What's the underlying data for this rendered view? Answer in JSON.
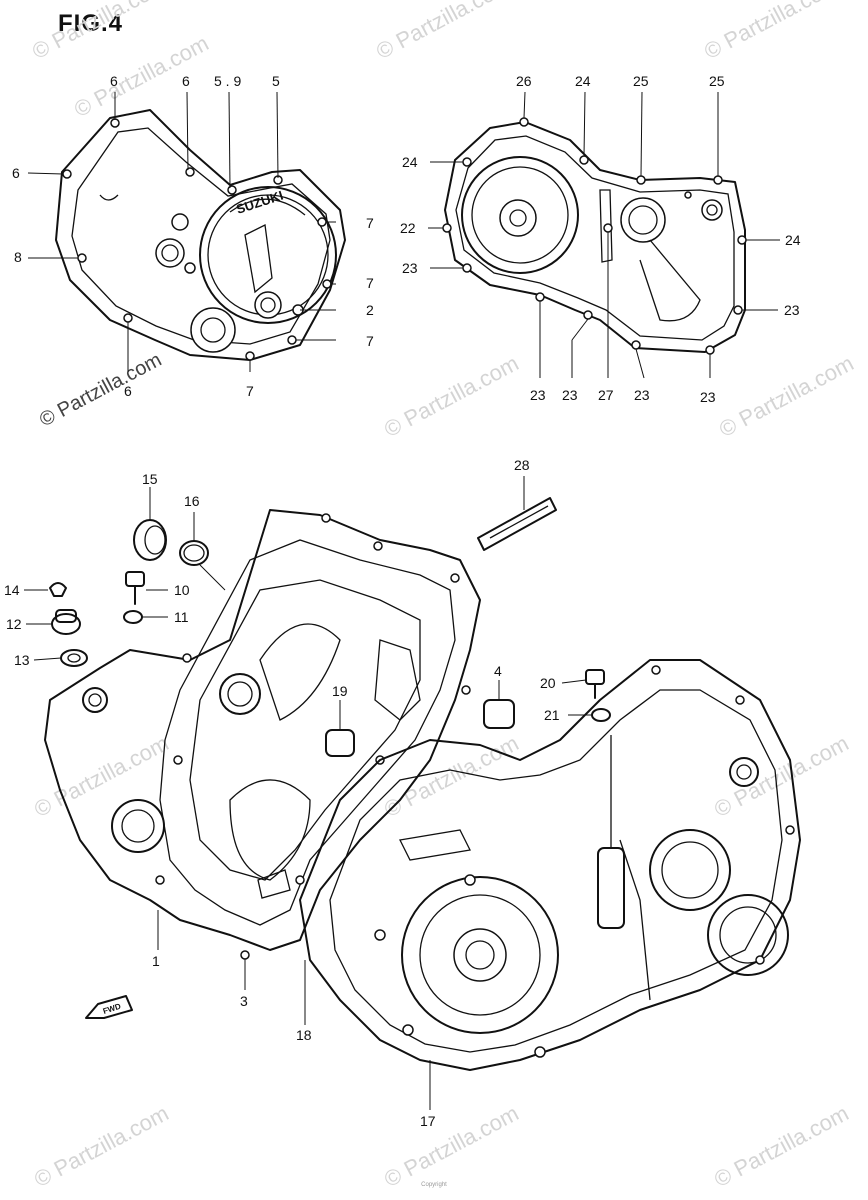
{
  "figure": {
    "title": "FIG.4"
  },
  "watermark": {
    "main": "© Partzilla.com",
    "repeat": "© Partzilla.com"
  },
  "callouts": {
    "c6a": "6",
    "c6b": "6",
    "c59": "5 . 9",
    "c5": "5",
    "c6c": "6",
    "c7a": "7",
    "c8": "8",
    "c7b": "7",
    "c2": "2",
    "c7c": "7",
    "c6d": "6",
    "c7d": "7",
    "c26": "26",
    "c24a": "24",
    "c25a": "25",
    "c25b": "25",
    "c24b": "24",
    "c24c": "24",
    "c22": "22",
    "c23a": "23",
    "c23b": "23",
    "c23c": "23",
    "c23d": "23",
    "c27": "27",
    "c23e": "23",
    "c23f": "23",
    "c28": "28",
    "c15": "15",
    "c16": "16",
    "c14": "14",
    "c10": "10",
    "c11": "11",
    "c12": "12",
    "c13": "13",
    "c19": "19",
    "c4": "4",
    "c20": "20",
    "c21": "21",
    "c1": "1",
    "c3": "3",
    "c18": "18",
    "c17": "17"
  },
  "cover_logo": "SUZUKI",
  "direction_marker": "FWD",
  "footer": "Copyright"
}
